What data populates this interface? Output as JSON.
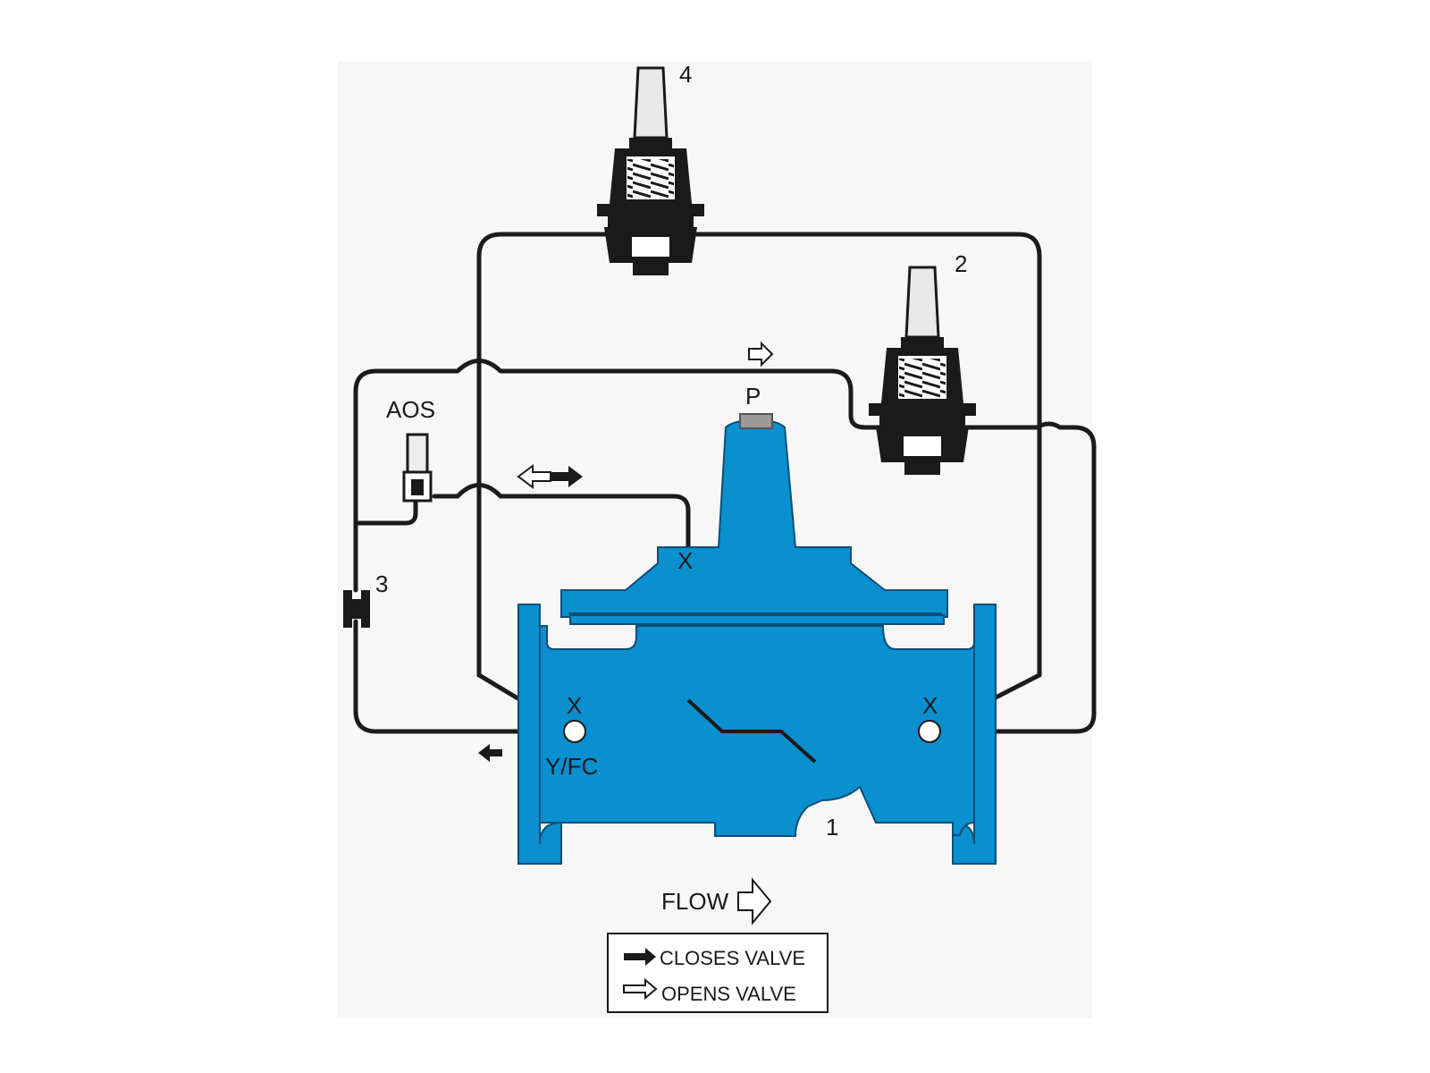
{
  "colors": {
    "valve_body": "#0a8fcf",
    "pipe": "#1b1b1b",
    "background_panel": "#f7f7f7"
  },
  "labels": {
    "pilot_4": "4",
    "pilot_2": "2",
    "aos": "AOS",
    "item_3": "3",
    "port_p": "P",
    "x_top": "X",
    "x_left": "X",
    "x_right": "X",
    "yfc": "Y/FC",
    "main_valve": "1",
    "flow": "FLOW"
  },
  "legend": {
    "closes": "CLOSES VALVE",
    "opens": "OPENS VALVE"
  },
  "icons": {
    "closes": "solid-arrow-right-icon",
    "opens": "hollow-arrow-right-icon",
    "flow": "hollow-arrow-right-icon"
  }
}
